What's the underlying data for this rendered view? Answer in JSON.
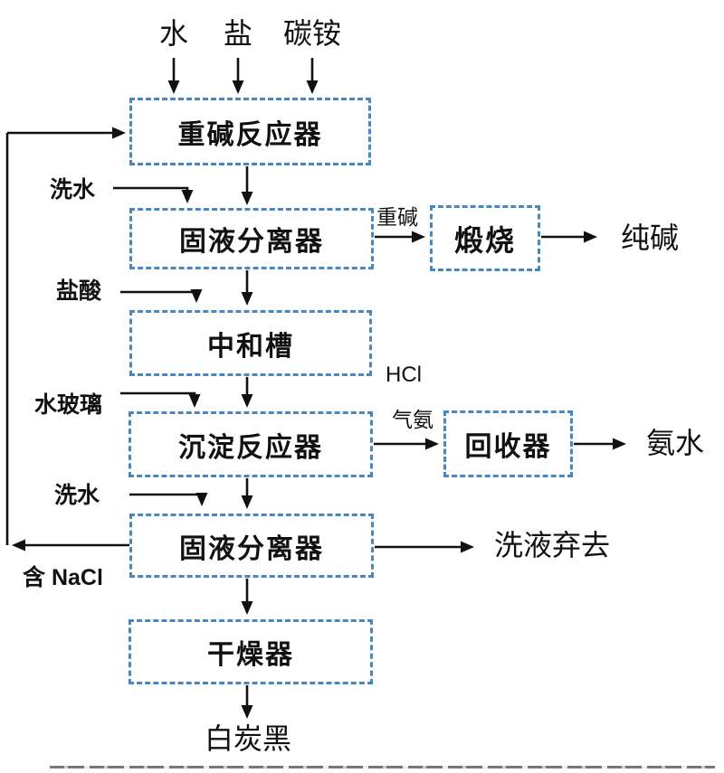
{
  "diagram": {
    "boxes": {
      "reactor": "重碱反应器",
      "separator1": "固液分离器",
      "calcination": "煅烧",
      "neutralizer": "中和槽",
      "precipitator": "沉淀反应器",
      "recovery": "回收器",
      "separator2": "固液分离器",
      "dryer": "干燥器"
    },
    "inputs": {
      "water": "水",
      "salt": "盐",
      "ammonium_bicarbonate": "碳铵",
      "wash_water_1": "洗水",
      "hydrochloric_acid": "盐酸",
      "water_glass": "水玻璃",
      "wash_water_2": "洗水"
    },
    "streams": {
      "heavy_alkali": "重碱",
      "hcl": "HCl",
      "ammonia_gas": "气氨",
      "contains_nacl": "含 NaCl"
    },
    "outputs": {
      "soda_ash": "纯碱",
      "ammonia_water": "氨水",
      "discard_wash": "洗液弃去",
      "white_carbon_black": "白炭黑"
    },
    "colors": {
      "box_border": "#4a87bd",
      "line": "#111111"
    }
  }
}
